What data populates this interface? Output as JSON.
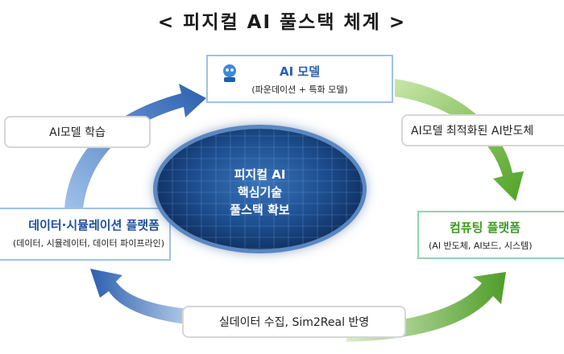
{
  "title": "< 피지컬 AI 풀스택 체계 >",
  "center": {
    "line1": "피지컬 AI",
    "line2": "핵심기술",
    "line3": "풀스택 확보"
  },
  "top_box": {
    "title": "AI 모델",
    "subtitle": "(파운데이션 + 특화 모델)"
  },
  "right_box": {
    "title": "컴퓨팅 플랫폼",
    "subtitle": "(AI 반도체, AI보드, 시스템)"
  },
  "left_box": {
    "title": "데이터·시뮬레이션 플랫폼",
    "subtitle": "(데이터, 시뮬레이터, 데이터 파이프라인)"
  },
  "labels": {
    "top_left": "AI모델 학습",
    "top_right": "AI모델 최적화된 AI반도체",
    "bottom": "실데이터 수집, Sim2Real 반영"
  },
  "colors": {
    "blue": "#2f63b6",
    "green": "#5aa52c",
    "box_border": "#9ec2e8",
    "green_title": "#3f9a1c"
  },
  "icons": {
    "robot": "robot-icon"
  }
}
